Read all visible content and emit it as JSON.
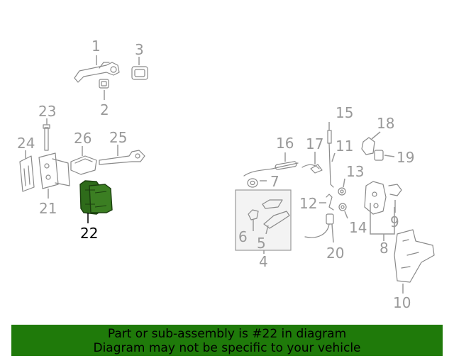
{
  "diagram": {
    "callouts": {
      "c1": "1",
      "c2": "2",
      "c3": "3",
      "c4": "4",
      "c5": "5",
      "c6": "6",
      "c7": "7",
      "c8": "8",
      "c9": "9",
      "c10": "10",
      "c11": "11",
      "c12": "12",
      "c13": "13",
      "c14": "14",
      "c15": "15",
      "c16": "16",
      "c17": "17",
      "c18": "18",
      "c19": "19",
      "c20": "20",
      "c21": "21",
      "c22": "22",
      "c23": "23",
      "c24": "24",
      "c25": "25",
      "c26": "26"
    },
    "highlighted_part": "22"
  },
  "banner": {
    "line1": "Part or sub-assembly is #22 in diagram",
    "line2": "Diagram may not be specific to your vehicle"
  },
  "colors": {
    "highlight_fill": "#2e6b1a",
    "banner_background": "#1f7a0a",
    "callout_text": "#999999",
    "part_outline": "#8a8a8a"
  }
}
